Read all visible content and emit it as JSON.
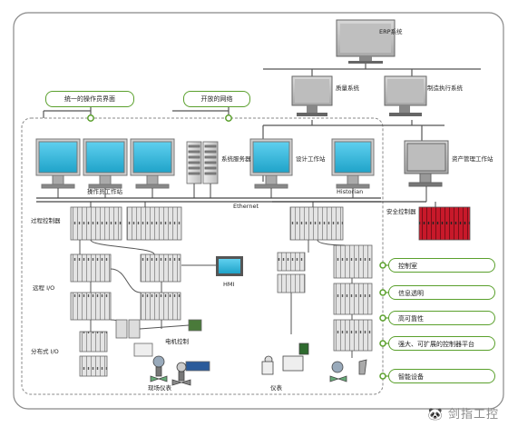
{
  "top": {
    "erp": "ERP系统",
    "quality": "质量系统",
    "mes": "制造执行系统"
  },
  "pills": {
    "unified_ui": "统一的操作员界面",
    "open_network": "开放的网络"
  },
  "labels": {
    "operator_ws": "操作员工作站",
    "system_server": "系统服务器",
    "design_ws": "设计工作站",
    "historian": "Historian",
    "asset_ws": "资产管理工作站",
    "ethernet": "Ethernet",
    "process_ctrl": "过程控制器",
    "safety_ctrl": "安全控制器",
    "remote_io": "远程 I/O",
    "distributed_io": "分布式 I/O",
    "hmi": "HMI",
    "motor_ctrl": "电机控制",
    "field_instruments": "现场仪表",
    "instruments": "仪表"
  },
  "features": [
    "控制室",
    "信息透明",
    "高可靠性",
    "强大、可扩展的控制器平台",
    "智能设备"
  ],
  "watermark": "🐼 剑指工控",
  "colors": {
    "monitor_screen": "#1fa3c9",
    "monitor_frame": "#c8c8c8",
    "accent_green": "#5aa02c",
    "safety_red": "#c8192a",
    "line": "#555555"
  }
}
